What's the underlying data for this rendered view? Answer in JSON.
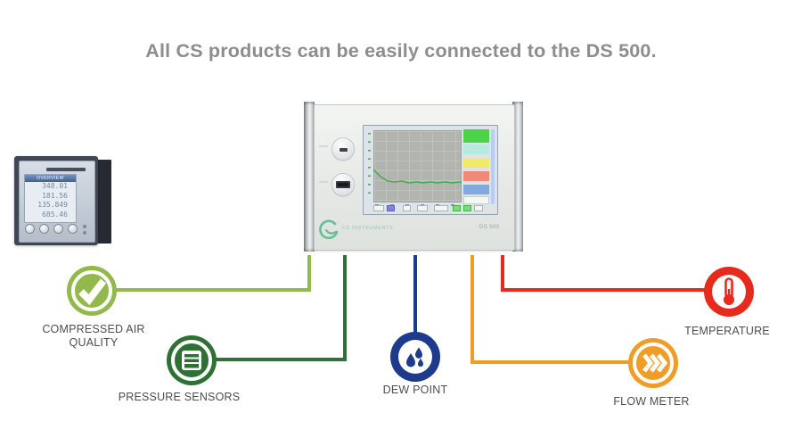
{
  "title": "All CS products can be easily connected to the DS 500.",
  "panel_meter": {
    "screen_header": "OVERVIEW",
    "values": [
      "348.01",
      "181.56",
      "135.849",
      "685.46"
    ]
  },
  "ds500": {
    "brand": "CS INSTRUMENTS",
    "model": "DS 500",
    "screen": {
      "line_color": "#3fae4e",
      "legend_colors": [
        "#4fd24b",
        "#b4ecdf",
        "#f2ea67",
        "#ef8a79",
        "#80a9e2",
        "#f6f7f5"
      ],
      "scrollbar_color": "#b6cdf4"
    }
  },
  "sensors": [
    {
      "id": "compressed-air-quality",
      "label_line1": "COMPRESSED AIR",
      "label_line2": "QUALITY",
      "color": "#93b94d",
      "icon": "check-icon"
    },
    {
      "id": "pressure-sensors",
      "label": "PRESSURE SENSORS",
      "color": "#2d7134",
      "icon": "pressure-stack-icon"
    },
    {
      "id": "dew-point",
      "label": "DEW POINT",
      "color": "#1d3a8d",
      "icon": "water-drops-icon"
    },
    {
      "id": "flow-meter",
      "label": "FLOW METER",
      "color": "#ef9d27",
      "icon": "flow-chevrons-icon"
    },
    {
      "id": "temperature",
      "label": "TEMPERATURE",
      "color": "#e82a1c",
      "icon": "thermometer-icon"
    }
  ]
}
